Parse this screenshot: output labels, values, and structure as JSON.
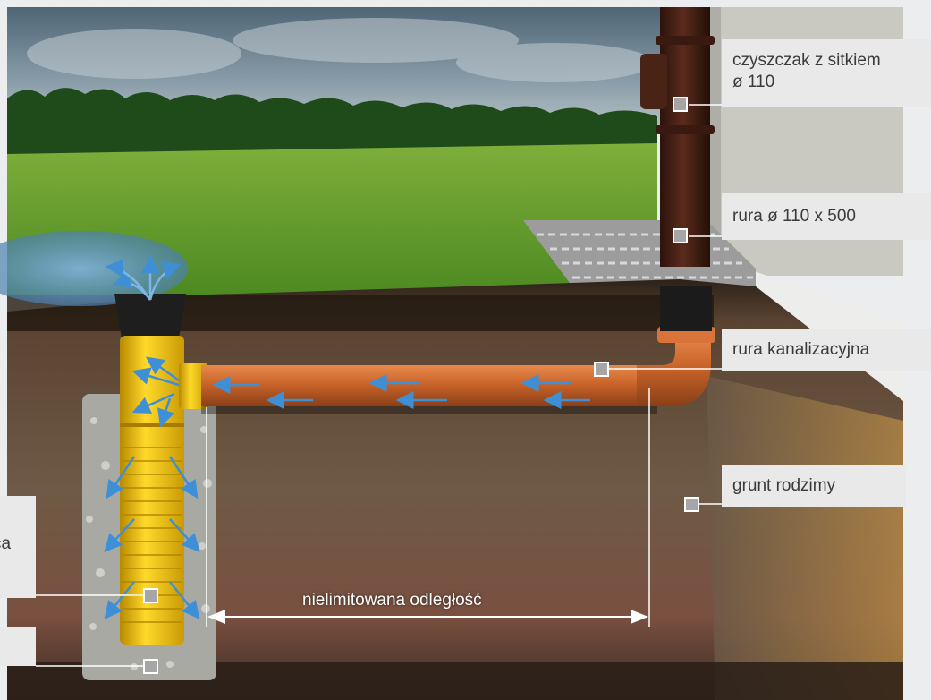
{
  "callouts": {
    "czyszczak": {
      "line1": "czyszczak z sitkiem",
      "line2": "ø 110"
    },
    "rura": {
      "text": "rura ø 110 x 500"
    },
    "kanalizacyjna": {
      "text": "rura kanalizacyjna"
    },
    "grunt": {
      "text": "grunt rodzimy"
    },
    "studnia": {
      "text": "ca"
    },
    "kruszywo": {
      "text": ""
    }
  },
  "distance_label": "nielimitowana odległość",
  "colors": {
    "sky": "#6f8596",
    "grass": "#5f9a2c",
    "soil": "#6d5440",
    "drain_pipe": "#c9642a",
    "infiltration_well": "#f2c40c",
    "downpipe": "#4a2317",
    "wall": "#c9c9c1",
    "water": "#5b8fc0",
    "callout_bg": "#e9e9e9",
    "callout_text": "#3a3a3a"
  }
}
